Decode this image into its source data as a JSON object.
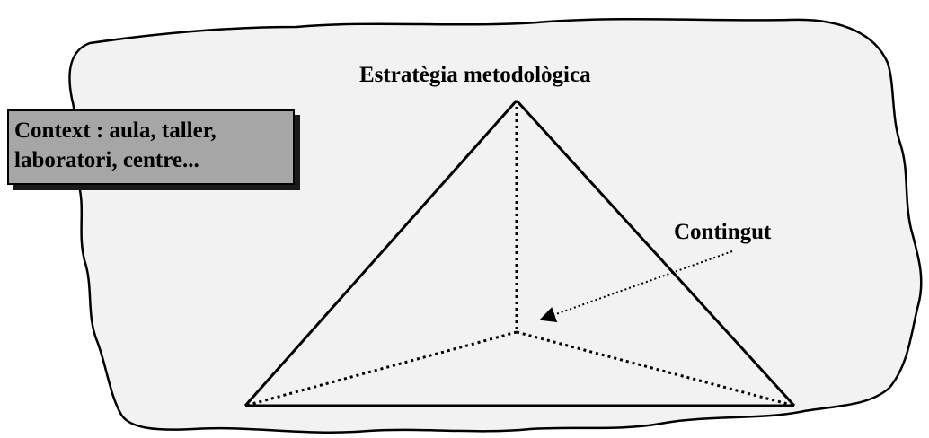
{
  "diagram": {
    "apex_label": "Estratègia metodològica",
    "content_label": "Contingut",
    "context_lines": [
      "Context : aula, taller,",
      "laboratori, centre..."
    ]
  },
  "colors": {
    "background_blob_fill": "#f2f2f2",
    "outline": "#000000",
    "context_box_fill": "#a6a6a6",
    "context_box_shadow": "#1a1a1a"
  }
}
